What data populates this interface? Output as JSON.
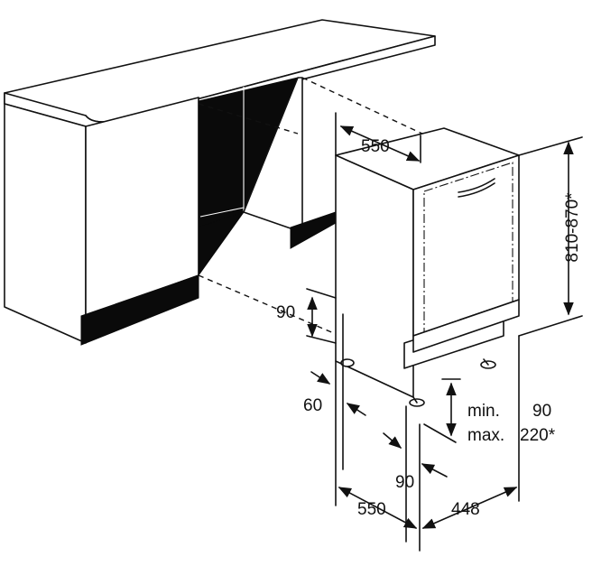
{
  "diagram": {
    "labels": {
      "depth_top": "550",
      "height_range": "810-870*",
      "plinth_height": "90",
      "plinth_offset": "60",
      "front_offset": "90",
      "depth_bottom": "550",
      "width": "448",
      "adjust_min_label": "min.",
      "adjust_min_value": "90",
      "adjust_max_label": "max.",
      "adjust_max_value": "220*"
    }
  }
}
